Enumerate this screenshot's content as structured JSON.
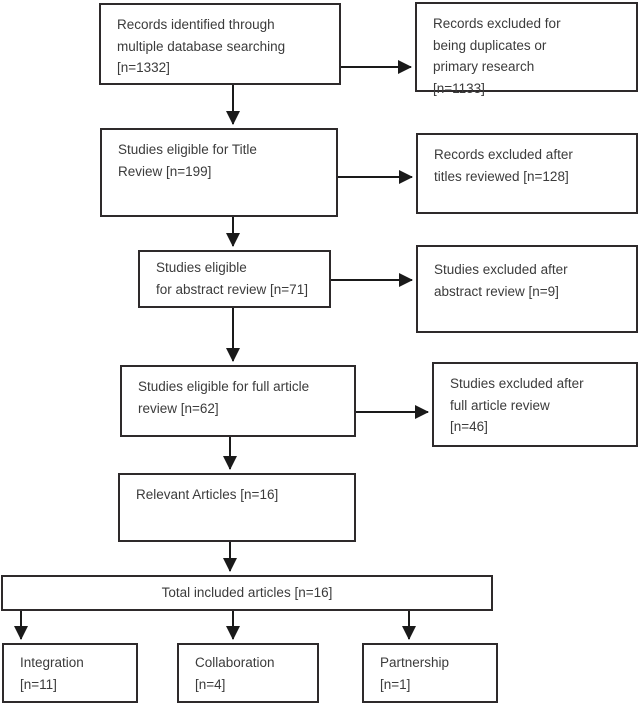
{
  "figure": {
    "boxes": {
      "identified": {
        "text": "Records identified through\nmultiple database searching\n[n=1332]"
      },
      "excluded_duplicates": {
        "text": "Records excluded for\nbeing duplicates or\nprimary research\n[n=1133]"
      },
      "title_review": {
        "text": "Studies eligible for Title\nReview [n=199]"
      },
      "excluded_titles": {
        "text": "Records excluded after\ntitles reviewed [n=128]"
      },
      "abstract_review": {
        "text": "Studies eligible\nfor abstract review [n=71]"
      },
      "excluded_abstract": {
        "text": "Studies excluded after\nabstract review [n=9]"
      },
      "full_article_review": {
        "text": "Studies eligible for full article\nreview [n=62]"
      },
      "excluded_full_article": {
        "text": "Studies excluded after\nfull article review\n[n=46]"
      },
      "relevant_articles": {
        "text": "Relevant Articles [n=16]"
      },
      "total_included": {
        "text": "Total included articles [n=16]"
      },
      "integration": {
        "text": "Integration\n[n=11]"
      },
      "collaboration": {
        "text": "Collaboration\n[n=4]"
      },
      "partnership": {
        "text": "Partnership\n[n=1]"
      }
    },
    "counts": {
      "identified": 1332,
      "excluded_duplicates": 1133,
      "title_review": 199,
      "excluded_titles": 128,
      "abstract_review": 71,
      "excluded_abstract": 9,
      "full_article_review": 62,
      "excluded_full_article": 46,
      "relevant_articles": 16,
      "total_included": 16,
      "integration": 11,
      "collaboration": 4,
      "partnership": 1
    },
    "colors": {
      "box_border": "#2e2a2b",
      "text": "#3b3b3b",
      "arrow": "#1a1a1a",
      "background": "#ffffff"
    }
  }
}
